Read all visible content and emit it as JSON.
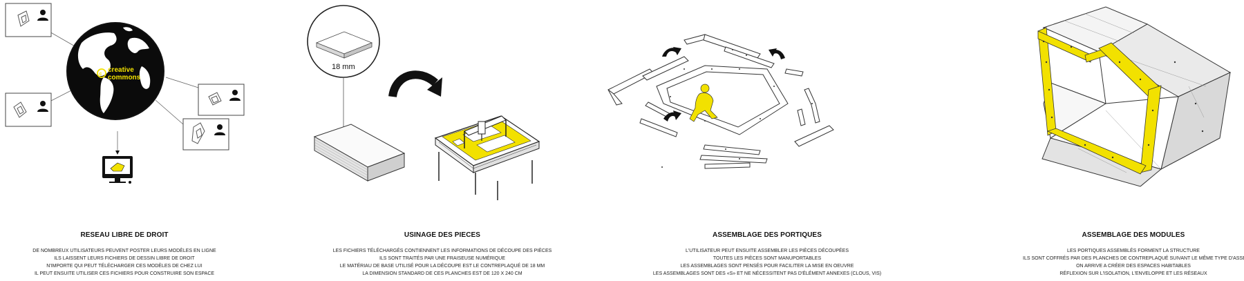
{
  "panels": [
    {
      "title": "RESEAU LIBRE DE DROIT",
      "lines": [
        "De nombreux utilisateurs peuvent poster leurs modèles en ligne",
        "Ils laissent leurs fichiers de dessin libre de droit",
        "N'importe qui peut télécharger ces modèles de chez lui",
        "Il peut ensuite utiliser ces fichiers pour construire son espace"
      ],
      "logo_text": [
        "creative",
        "commons"
      ]
    },
    {
      "title": "USINAGE DES PIECES",
      "lines": [
        "Les fichiers téléchargés contiennent les informations de découpe des pièces",
        "Ils sont traités par une fraiseuse numérique",
        "Le matériau de base utilisé pour la découpe est le contreplaqué de 18 mm",
        "La dimension standard de ces planches est de 120 x 240 cm"
      ],
      "thickness_label": "18 mm"
    },
    {
      "title": "ASSEMBLAGE DES PORTIQUES",
      "lines": [
        "L'utilisateur peut ensuite assembler les pièces découpées",
        "Toutes les pièces sont manuportables",
        "Les assemblages sont pensés pour faciliter la mise en oeuvre",
        "Les assemblages sont des «S» et ne nécessitent pas d'élément annexes (clous, vis)"
      ]
    },
    {
      "title": "ASSEMBLAGE DES MODULES",
      "lines": [
        "Les portiques assemblés forment la structure",
        "Ils sont coffrés par des planches de contreplaqué suivant le même type d'assemblage",
        "On arrive a créer des espaces habitables",
        "Réflexion sur l'isolation, l'enveloppe et les réseaux"
      ]
    }
  ],
  "colors": {
    "accent": "#f2e100",
    "ink": "#111111"
  }
}
